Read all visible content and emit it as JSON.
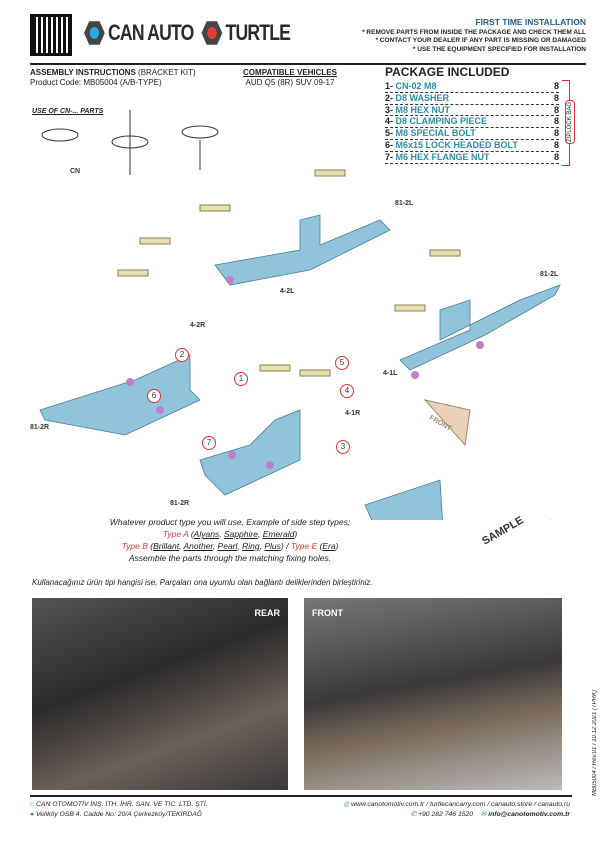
{
  "header": {
    "brand_left": "CAN AUTO",
    "brand_right": "TURTLE",
    "first_time_title": "FIRST TIME INSTALLATION",
    "notes": [
      "* REMOVE PARTS FROM INSIDE THE PACKAGE AND CHECK THEM ALL",
      "* CONTACT YOUR DEALER IF ANY PART IS MISSING OR DAMAGED",
      "* USE THE EQUIPMENT SPECIFIED FOR INSTALLATION"
    ]
  },
  "assembly": {
    "title": "ASSEMBLY INSTRUCTIONS",
    "title_suffix": "(BRACKET KIT)",
    "product_code": "Product Code: MB05004 (A/B-TYPE)"
  },
  "compatible": {
    "title": "COMPATIBLE VEHICLES",
    "vehicle": "AUD Q5 (8R) SUV 09-17"
  },
  "package": {
    "title": "PACKAGE INCLUDED",
    "bag_label": "ZIPLOCK BAG",
    "items": [
      {
        "no": "1-",
        "name": "CN-02 M8",
        "qty": "8"
      },
      {
        "no": "2-",
        "name": "D8 WASHER",
        "qty": "8"
      },
      {
        "no": "3-",
        "name": "M8 HEX NUT",
        "qty": "8"
      },
      {
        "no": "4-",
        "name": "D8 CLAMPING PIECE",
        "qty": "8"
      },
      {
        "no": "5-",
        "name": "M8 SPECIAL BOLT",
        "qty": "8"
      },
      {
        "no": "6-",
        "name": "M6x15 LOCK HEADED BOLT",
        "qty": "8"
      },
      {
        "no": "7-",
        "name": "M6 HEX FLANGE NUT",
        "qty": "8"
      }
    ]
  },
  "diagram": {
    "use_of_cn": "USE OF CN-... PARTS",
    "cn": "CN",
    "labels": [
      "81-2L",
      "4-2L",
      "4-2R",
      "81-2R",
      "81-2L",
      "4-1L",
      "4-1R",
      "81-2R"
    ],
    "front": "FRONT",
    "sample": "SAMPLE",
    "callouts": [
      "1",
      "2",
      "3",
      "4",
      "5",
      "6",
      "7"
    ]
  },
  "instructions": {
    "line1": "Whatever product type you will use, Example of side step types;",
    "type_a": "Type A",
    "type_a_models": [
      "Alyans",
      "Sapphire",
      "Emerald"
    ],
    "type_b": "Type B",
    "type_b_models": [
      "Brillant",
      "Another",
      "Pearl",
      "Ring",
      "Plus"
    ],
    "type_e": "Type E",
    "type_e_models": [
      "Era"
    ],
    "line4": "Assemble the parts through the matching fixing holes.",
    "turkish": "Kullanacağınız ürün tipi hangisi ise, Parçaları ona uyumlu olan bağlantı deliklerinden birleştiriniz."
  },
  "photos": {
    "rear": "REAR",
    "front": "FRONT"
  },
  "footer": {
    "company": "CAN OTOMOTİV İNŞ. İTH. İHR. SAN. VE TİC. LTD. ŞTİ.",
    "address": "Veliköy OSB 4. Cadde No: 20/A Çerkezköy/TEKİRDAĞ",
    "websites": "www.canotomotiv.com.tr / turtlecancarry.com / canauto.store / canauto.ru",
    "phone": "+90 282 746 1520",
    "email": "info@canotomotiv.com.tr",
    "revision": "MB05004 / Rev.01 / 10.12.2021 (TPRK)"
  },
  "colors": {
    "teal": "#2a8fa5",
    "red": "#e23a3a",
    "bracket": "#8fc4da",
    "clamp": "#e9e0b0"
  }
}
